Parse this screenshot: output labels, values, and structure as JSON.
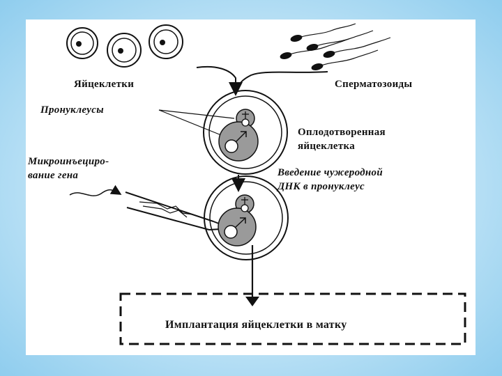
{
  "labels": {
    "eggs": "Яйцеклетки",
    "sperm": "Сперматозоиды",
    "pronuclei": "Пронуклеусы",
    "fertilized_line1": "Оплодотворенная",
    "fertilized_line2": "яйцеклетка",
    "microinjection_line1": "Микроинъециро-",
    "microinjection_line2": "вание гена",
    "dna_intro_line1": "Введение чужеродной",
    "dna_intro_line2": "ДНК в пронуклеус",
    "implantation": "Имплантация яйцеклетки в матку"
  },
  "pronucleus_signs": {
    "female": "♀",
    "male": "♂"
  },
  "colors": {
    "slide_background": "#bfe3f6",
    "panel": "#ffffff",
    "ink": "#111111",
    "pronucleus_fill": "#9a9a9a"
  }
}
